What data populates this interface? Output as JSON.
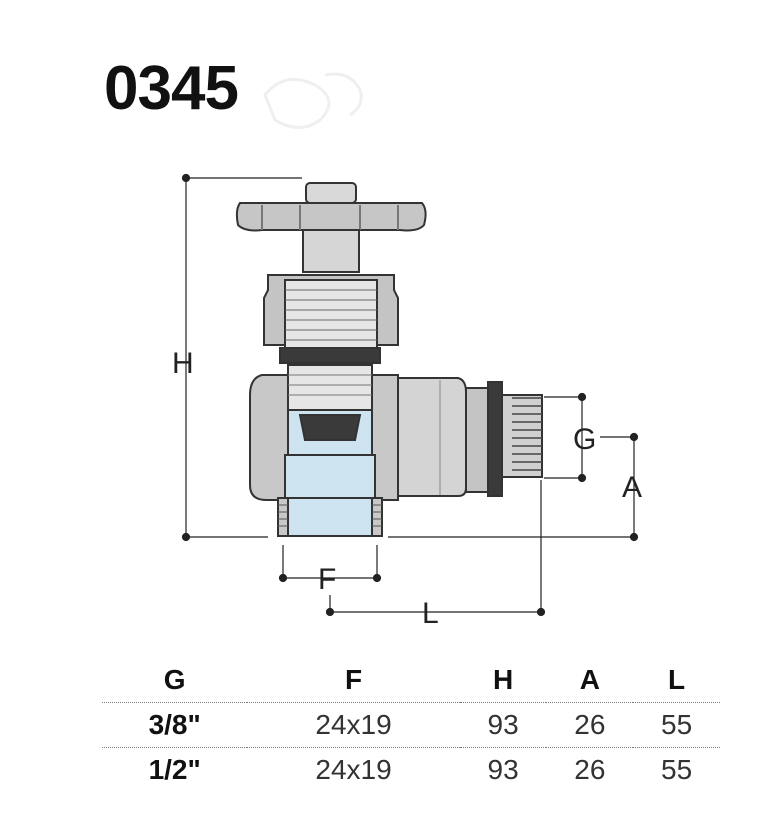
{
  "product": {
    "code": "0345"
  },
  "dimensions": {
    "H": "H",
    "G": "G",
    "A": "A",
    "F": "F",
    "L": "L"
  },
  "table": {
    "headers": [
      "G",
      "F",
      "H",
      "A",
      "L"
    ],
    "rows": [
      [
        "3/8\"",
        "24x19",
        "93",
        "26",
        "55"
      ],
      [
        "1/2\"",
        "24x19",
        "93",
        "26",
        "55"
      ]
    ]
  },
  "colors": {
    "body_grey": "#c8c8c8",
    "inner_blue": "#cde3ef",
    "dark": "#3a3a3a",
    "line": "#222222"
  }
}
